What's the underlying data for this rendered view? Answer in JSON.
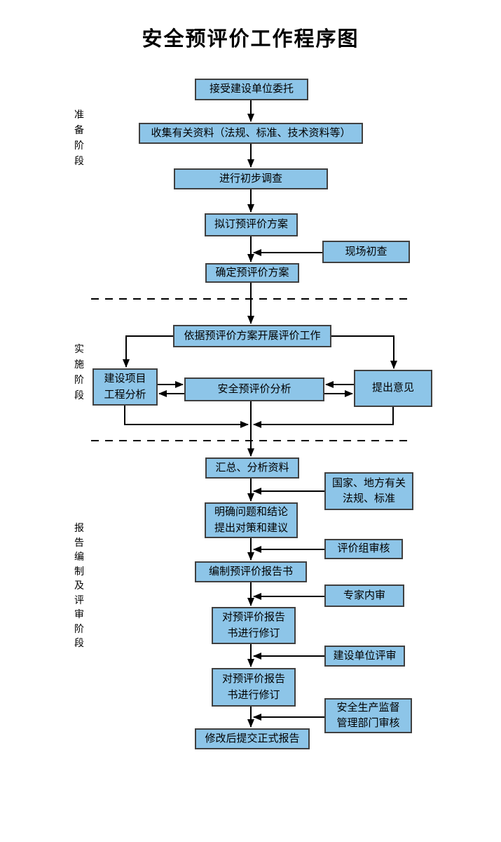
{
  "title": "安全预评价工作程序图",
  "colors": {
    "page_background": "#ffffff",
    "box_fill": "#8dc5e8",
    "box_border": "#404040",
    "connector": "#000000",
    "text": "#000000"
  },
  "phase_labels": {
    "prepare": "准备阶段",
    "implement": "实施阶段",
    "report": "报告编制及评审阶段"
  },
  "nodes": {
    "accept_commission": "接受建设单位委托",
    "collect_materials": "收集有关资料（法规、标准、技术资料等）",
    "preliminary_survey": "进行初步调查",
    "draft_plan": "拟订预评价方案",
    "site_initial_check": "现场初查",
    "confirm_plan": "确定预评价方案",
    "carry_out_evaluation": "依据预评价方案开展评价工作",
    "project_engineering_analysis": "建设项目\n工程分析",
    "safety_pre_evaluation_analysis": "安全预评价分析",
    "put_forward_opinions": "提出意见",
    "summarize_analyze": "汇总、分析资料",
    "national_local_regulations": "国家、地方有关\n法规、标准",
    "clarify_conclusions": "明确问题和结论\n提出对策和建议",
    "evaluation_group_review": "评价组审核",
    "compile_report": "编制预评价报告书",
    "expert_internal_review": "专家内审",
    "revise_report_1": "对预评价报告\n书进行修订",
    "construction_unit_review": "建设单位评审",
    "revise_report_2": "对预评价报告\n书进行修订",
    "safety_supervision_review": "安全生产监督\n管理部门审核",
    "submit_final_report": "修改后提交正式报告"
  }
}
